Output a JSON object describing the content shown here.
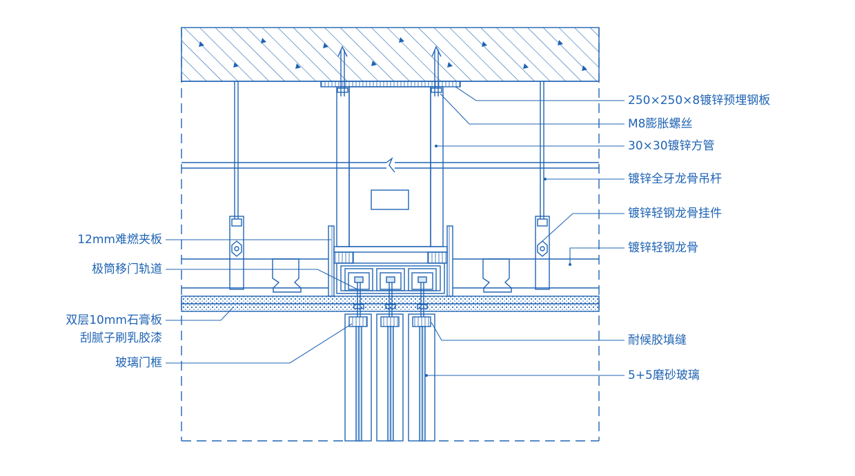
{
  "colors": {
    "line": "#1f63b3",
    "fill_light": "#d9e8f7",
    "background": "#ffffff"
  },
  "labels": {
    "right": [
      "250×250×8镀锌预埋钢板",
      "M8膨胀螺丝",
      "30×30镀锌方管",
      "镀锌全牙龙骨吊杆",
      "镀锌轻钢龙骨挂件",
      "镀锌轻钢龙骨",
      "耐候胶填缝",
      "5+5磨砂玻璃"
    ],
    "left": [
      "12mm难燃夹板",
      "极筒移门轨道",
      "双层10mm石膏板",
      "刮腻子刷乳胶漆",
      "玻璃门框"
    ]
  }
}
